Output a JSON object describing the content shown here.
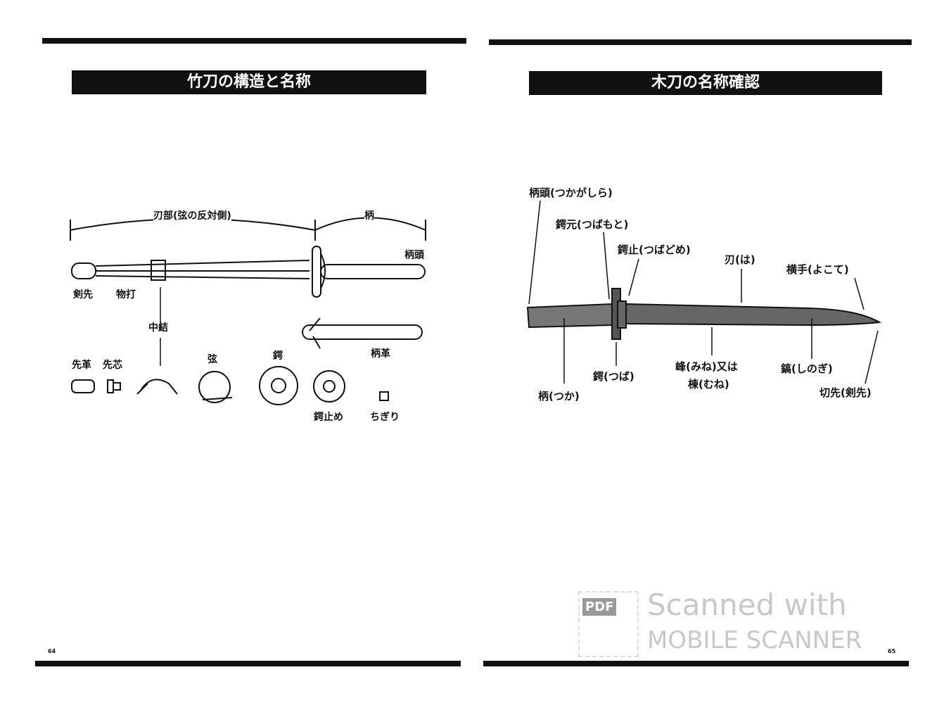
{
  "left_page": {
    "title": "竹刀の構造と名称",
    "labels": {
      "jinbu": "刃部(弦の反対側)",
      "tsuka": "柄",
      "tsukagashira": "柄頭",
      "kensen": "剣先",
      "monouchi": "物打",
      "nakayui": "中結",
      "tsukagawa": "柄革",
      "sakigawa": "先革",
      "sakishin": "先芯",
      "tsuru": "弦",
      "tsuba": "鍔",
      "tsubadome": "鍔止め",
      "chigiri": "ちぎり"
    },
    "page_number": "64"
  },
  "right_page": {
    "title": "木刀の名称確認",
    "labels": {
      "tsukagashira": "柄頭(つかがしら)",
      "tsubamoto": "鍔元(つばもと)",
      "tsubadome": "鍔止(つばどめ)",
      "ha": "刃(は)",
      "yokote": "横手(よこて)",
      "tsuba": "鍔(つば)",
      "mine": "峰(みね)又は",
      "mune": "棟(むね)",
      "shinogi": "鎬(しのぎ)",
      "tsuka": "柄(つか)",
      "kissaki": "切先(剣先)"
    },
    "page_number": "65"
  },
  "watermark": {
    "badge": "PDF",
    "line1": "Scanned with",
    "line2": "MOBILE SCANNER"
  }
}
